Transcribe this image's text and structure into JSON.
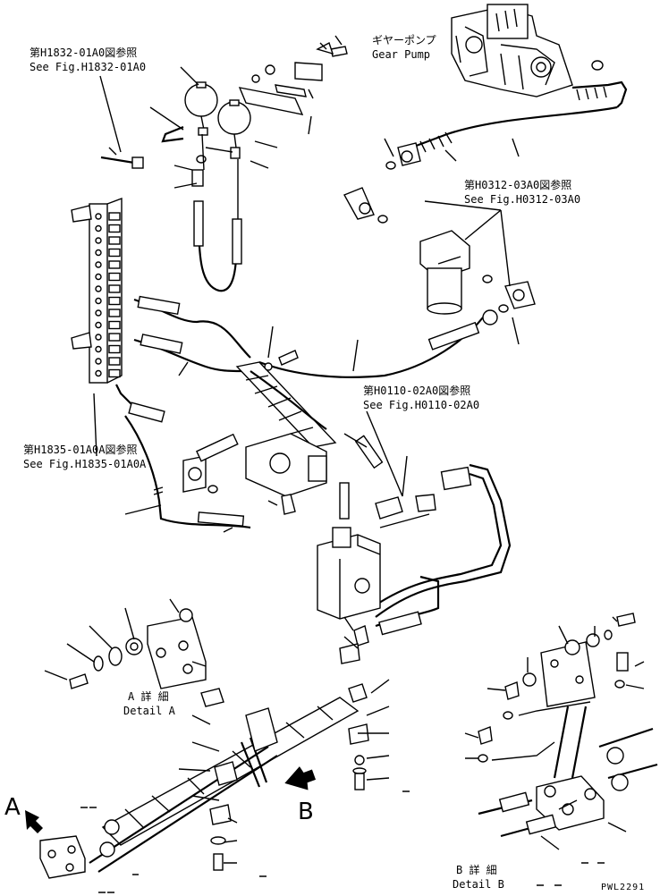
{
  "refs": {
    "h1832_jp": "第H1832-01A0図参照",
    "h1832_en": "See Fig.H1832-01A0",
    "gear_jp": "ギヤーポンプ",
    "gear_en": "Gear Pump",
    "h0312_jp": "第H0312-03A0図参照",
    "h0312_en": "See Fig.H0312-03A0",
    "h0110_jp": "第H0110-02A0図参照",
    "h0110_en": "See Fig.H0110-02A0",
    "h1835_jp": "第H1835-01A0A図参照",
    "h1835_en": "See Fig.H1835-01A0A"
  },
  "details": {
    "a_jp": "A 詳 細",
    "a_en": "Detail A",
    "b_jp": "B 詳 細",
    "b_en": "Detail B"
  },
  "views": {
    "a": "A",
    "b": "B"
  },
  "drawing_code": "PWL2291"
}
